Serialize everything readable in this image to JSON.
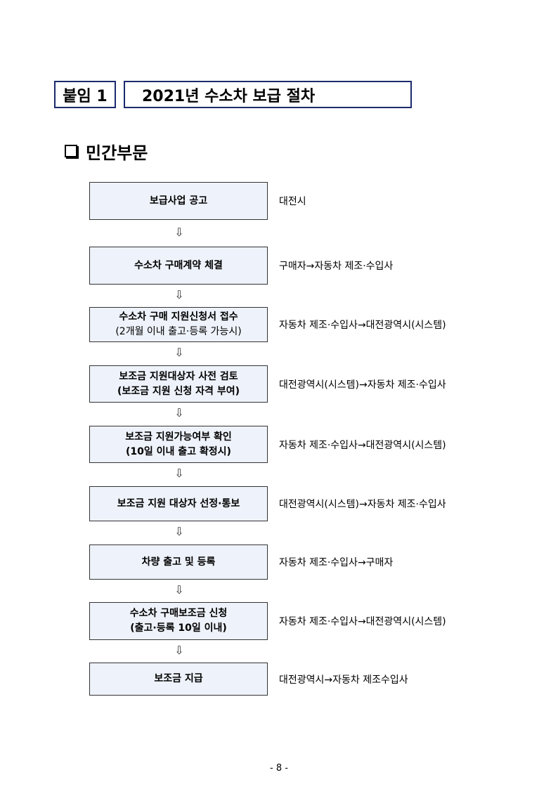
{
  "header": {
    "label": "붙임 1",
    "title": "2021년 수소차 보급 절차"
  },
  "section": {
    "heading": "민간부문"
  },
  "arrow_glyph": "⇩",
  "steps": [
    {
      "line1": "보급사업 공고",
      "line2": "",
      "note": "대전시"
    },
    {
      "line1": "수소차 구매계약 체결",
      "line2": "",
      "note": "구매자→자동차 제조·수입사"
    },
    {
      "line1": "수소차 구매 지원신청서 접수",
      "line2": "(2개월 이내 출고·등록 가능시)",
      "note": "자동차 제조·수입사→대전광역시(시스템)"
    },
    {
      "line1": "보조금 지원대상자 사전 검토",
      "line2": "(보조금 지원 신청 자격 부여)",
      "note": "대전광역시(시스템)→자동차 제조·수입사"
    },
    {
      "line1": "보조금 지원가능여부 확인",
      "line2": "(10일 이내 출고 확정시)",
      "note": "자동차 제조·수입사→대전광역시(시스템)"
    },
    {
      "line1": "보조금 지원 대상자 선정·통보",
      "line2": "",
      "note": "대전광역시(시스템)→자동차 제조·수입사"
    },
    {
      "line1": "차량 출고 및 등록",
      "line2": "",
      "note": "자동차 제조·수입사→구매자"
    },
    {
      "line1": "수소차 구매보조금 신청",
      "line2": "(출고·등록 10일 이내)",
      "note": "자동차 제조·수입사→대전광역시(시스템)"
    },
    {
      "line1": "보조금 지급",
      "line2": "",
      "note": "대전광역시→자동차 제조수입사"
    }
  ],
  "footer": {
    "page_number": "- 8 -"
  }
}
